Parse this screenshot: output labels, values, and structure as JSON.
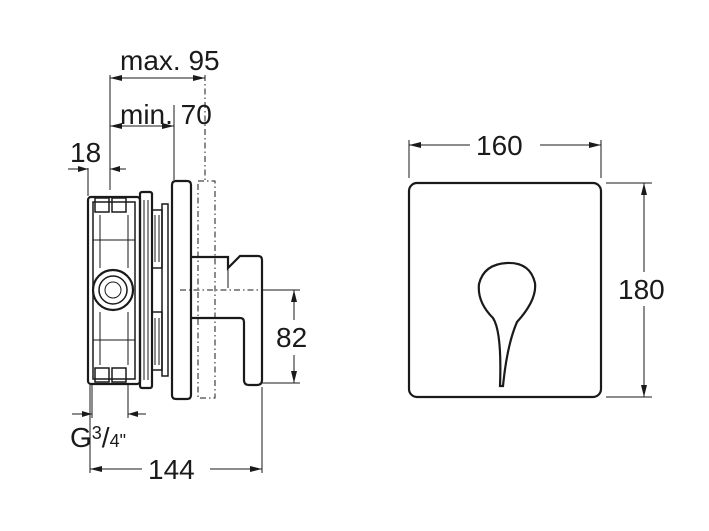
{
  "dimensions": {
    "max_depth": "max. 95",
    "min_depth": "min. 70",
    "wall_offset": "18",
    "thread_prefix": "G",
    "thread_numerator": "3",
    "thread_separator": "/",
    "thread_denominator": "4\"",
    "overall_depth": "144",
    "handle_height": "82",
    "plate_width": "160",
    "plate_height": "180"
  }
}
